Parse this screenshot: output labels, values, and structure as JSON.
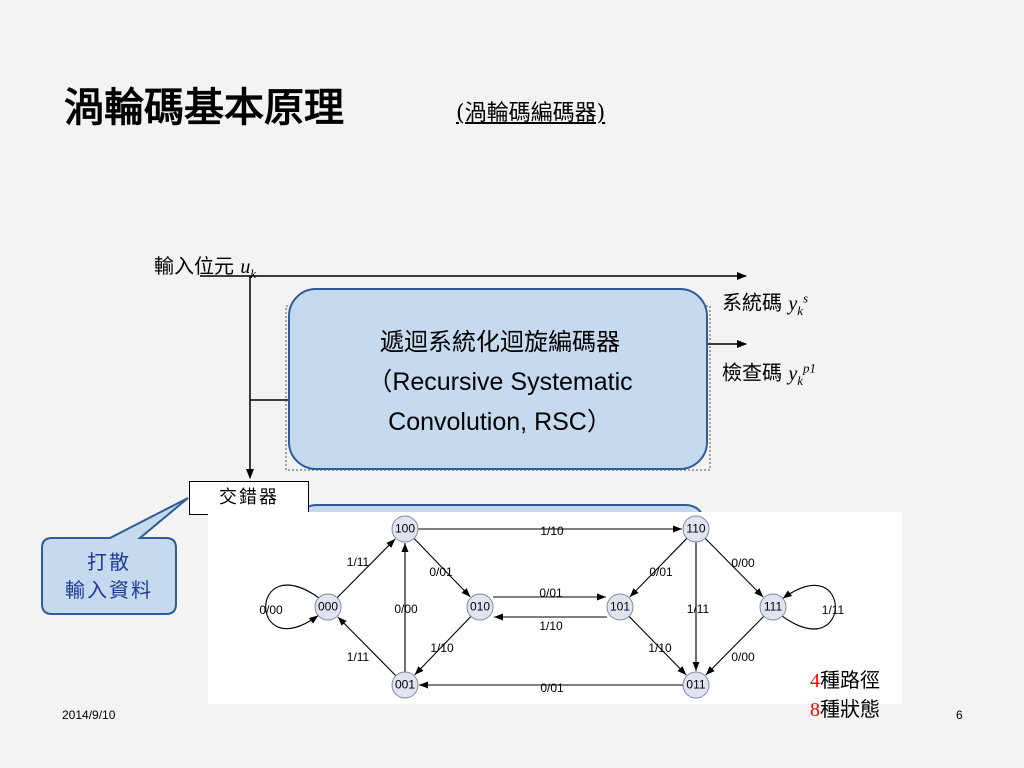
{
  "slide": {
    "title_main": "渦輪碼基本原理",
    "title_sub": "(渦輪碼編碼器)",
    "date": "2014/9/10",
    "page_number": "6"
  },
  "encoder": {
    "input_label": "輸入位元",
    "input_symbol": "u",
    "input_sub": "k",
    "systematic_label": "系統碼",
    "systematic_symbol": "y",
    "systematic_sub": "k",
    "systematic_sup": "s",
    "parity_label": "檢查碼",
    "parity_symbol": "y",
    "parity_sub": "k",
    "parity_sup": "p1",
    "rsc_line1": "遞迴系統化迴旋編碼器",
    "rsc_line2": "（Recursive Systematic",
    "rsc_line3": "Convolution, RSC）",
    "interleaver_label": "交錯器",
    "callout_line1": "打散",
    "callout_line2": "輸入資料"
  },
  "state_diagram": {
    "states": [
      "000",
      "001",
      "010",
      "011",
      "100",
      "101",
      "110",
      "111"
    ],
    "transitions": [
      {
        "from": "000",
        "to": "000",
        "label": "0/00"
      },
      {
        "from": "000",
        "to": "100",
        "label": "1/11"
      },
      {
        "from": "001",
        "to": "000",
        "label": "1/11"
      },
      {
        "from": "001",
        "to": "100",
        "label": "0/00"
      },
      {
        "from": "100",
        "to": "110",
        "label": "1/10"
      },
      {
        "from": "100",
        "to": "010",
        "label": "0/01"
      },
      {
        "from": "010",
        "to": "101",
        "label": "0/01"
      },
      {
        "from": "101",
        "to": "010",
        "label": "1/10"
      },
      {
        "from": "010",
        "to": "001",
        "label": "1/10"
      },
      {
        "from": "110",
        "to": "101",
        "label": "0/01"
      },
      {
        "from": "110",
        "to": "111",
        "label": "0/00"
      },
      {
        "from": "110",
        "to": "011",
        "label": "1/11"
      },
      {
        "from": "111",
        "to": "111",
        "label": "1/11"
      },
      {
        "from": "111",
        "to": "011",
        "label": "0/00"
      },
      {
        "from": "101",
        "to": "011",
        "label": "1/10"
      },
      {
        "from": "011",
        "to": "001",
        "label": "0/01"
      }
    ],
    "note_num1": "4",
    "note_text1": "種路徑",
    "note_num2": "8",
    "note_text2": "種狀態",
    "accent_color": "#ff0000"
  }
}
